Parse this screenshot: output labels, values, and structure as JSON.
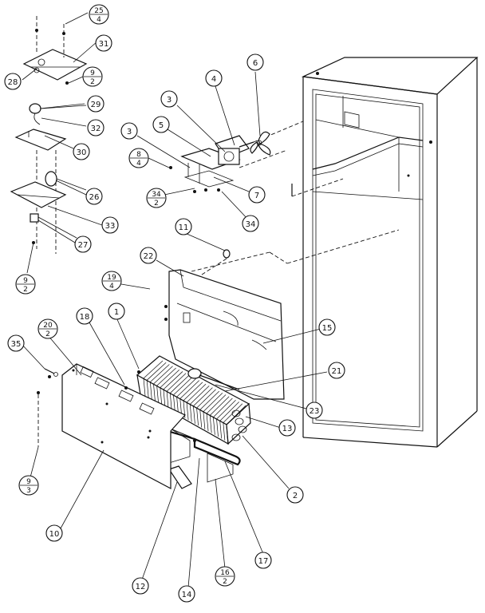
{
  "callouts": {
    "c1": "1",
    "c2": "2",
    "c3a": "3",
    "c3b": "3",
    "c4": "4",
    "c5": "5",
    "c6": "6",
    "c7": "7",
    "c10": "10",
    "c11": "11",
    "c12": "12",
    "c13": "13",
    "c14": "14",
    "c15": "15",
    "c17": "17",
    "c18": "18",
    "c21": "21",
    "c22": "22",
    "c23": "23",
    "c26": "26",
    "c27": "27",
    "c28": "28",
    "c29": "29",
    "c30": "30",
    "c31": "31",
    "c32": "32",
    "c33": "33",
    "c34": "34",
    "c35": "35"
  },
  "fractions": {
    "f25_4": {
      "num": "25",
      "den": "4"
    },
    "f9_2a": {
      "num": "9",
      "den": "2"
    },
    "f8_4": {
      "num": "8",
      "den": "4"
    },
    "f34_2": {
      "num": "34",
      "den": "2"
    },
    "f19_4": {
      "num": "19",
      "den": "4"
    },
    "f9_2b": {
      "num": "9",
      "den": "2"
    },
    "f20_2": {
      "num": "20",
      "den": "2"
    },
    "f9_3": {
      "num": "9",
      "den": "3"
    },
    "f16_2": {
      "num": "16",
      "den": "2"
    }
  },
  "colors": {
    "line": "#111111",
    "background": "#ffffff"
  }
}
